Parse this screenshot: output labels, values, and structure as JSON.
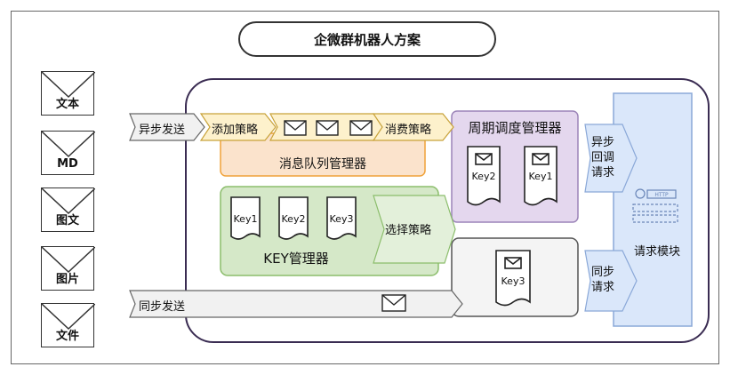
{
  "title": "企微群机器人方案",
  "message_types": [
    "文本",
    "MD",
    "图文",
    "图片",
    "文件"
  ],
  "flows": {
    "async_send": "异步发送",
    "sync_send": "同步发送"
  },
  "queue": {
    "add_strategy": "添加策略",
    "consume_strategy": "消费策略",
    "manager": "消息队列管理器"
  },
  "key_manager": {
    "keys": [
      "Key1",
      "Key2",
      "Key3"
    ],
    "select_strategy": "选择策略",
    "label": "KEY管理器"
  },
  "scheduler": {
    "label": "周期调度管理器",
    "keys": [
      "Key2",
      "Key1"
    ]
  },
  "sync_key": "Key3",
  "request_module": {
    "async_request": "异步回调请求",
    "sync_request": "同步请求",
    "label": "请求模块",
    "http": "HTTP"
  },
  "colors": {
    "queue": "#fbe3cc",
    "queue_strategy": "#fdf1cc",
    "key_manager": "#d5e8c8",
    "scheduler": "#e4d7ee",
    "request": "#dae7fa",
    "sync_box": "#f4f4f4"
  }
}
